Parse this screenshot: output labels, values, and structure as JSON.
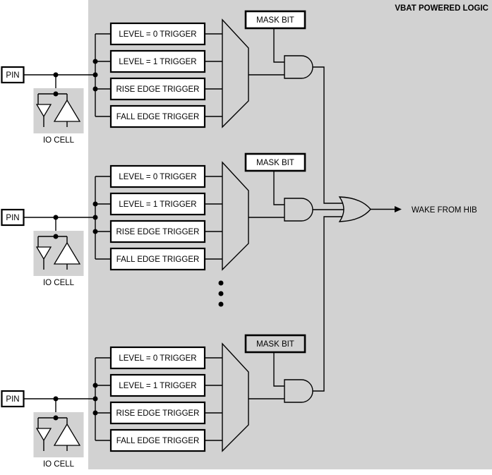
{
  "title": "VBAT POWERED LOGIC",
  "wake_output_label": "WAKE FROM HIB",
  "colors": {
    "region_bg": "#d2d2d2",
    "box_fill": "#ffffff",
    "line": "#000000",
    "text": "#000000"
  },
  "sections": [
    {
      "pin_label": "PIN",
      "io_cell_label": "IO CELL",
      "mask_bit_label": "MASK BIT",
      "triggers": [
        "LEVEL = 0 TRIGGER",
        "LEVEL = 1 TRIGGER",
        "RISE EDGE TRIGGER",
        "FALL EDGE TRIGGER"
      ]
    },
    {
      "pin_label": "PIN",
      "io_cell_label": "IO CELL",
      "mask_bit_label": "MASK BIT",
      "triggers": [
        "LEVEL = 0 TRIGGER",
        "LEVEL = 1 TRIGGER",
        "RISE EDGE TRIGGER",
        "FALL EDGE TRIGGER"
      ]
    },
    {
      "pin_label": "PIN",
      "io_cell_label": "IO CELL",
      "mask_bit_label": "MASK BIT",
      "triggers": [
        "LEVEL = 0 TRIGGER",
        "LEVEL = 1 TRIGGER",
        "RISE EDGE TRIGGER",
        "FALL EDGE TRIGGER"
      ]
    }
  ]
}
